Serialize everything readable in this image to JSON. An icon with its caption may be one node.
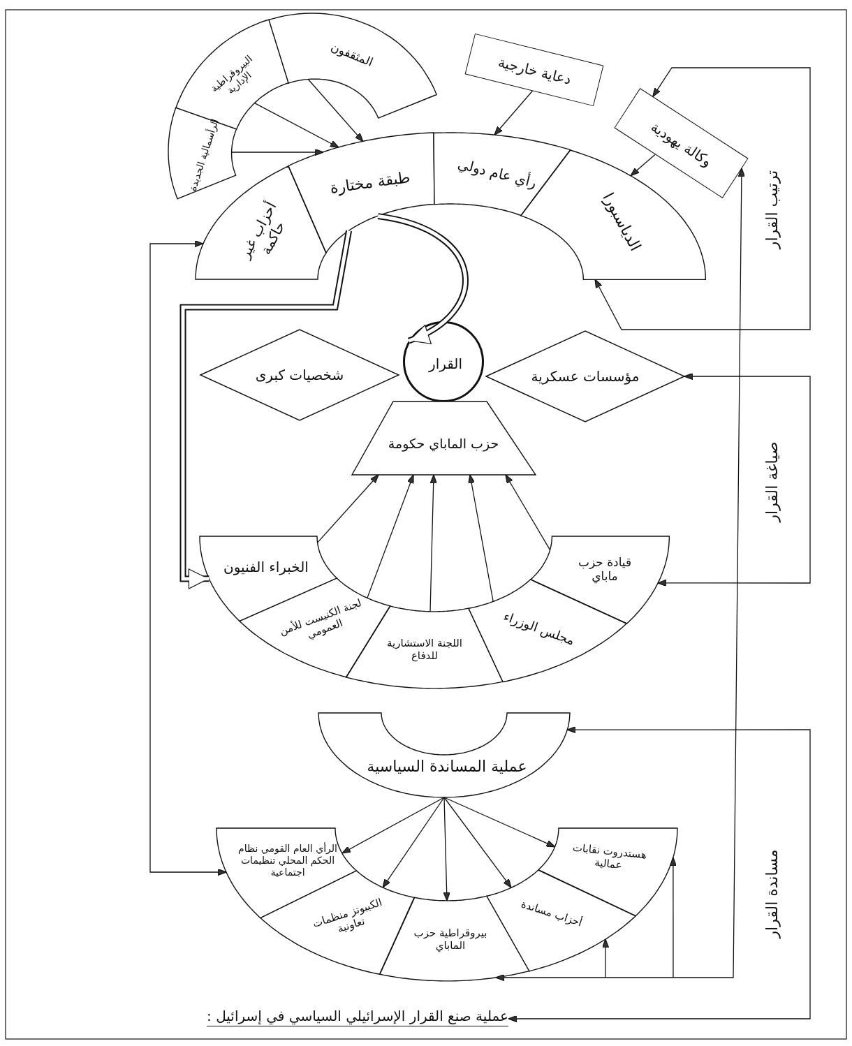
{
  "diagram": {
    "nodes": [
      {
        "text": [
          "الرأسمالية الجديدة"
        ]
      },
      {
        "text": [
          "البيروقراطية الإدارية"
        ]
      },
      {
        "text": [
          "المثقفون"
        ]
      },
      {
        "text": [
          "دعاية خارجية"
        ]
      },
      {
        "text": [
          "وكالة يهودية"
        ]
      },
      {
        "text": [
          "أحزاب غير حاكمة"
        ]
      },
      {
        "text": [
          "طبقة مختارة"
        ]
      },
      {
        "text": [
          "رأي عام دولي"
        ]
      },
      {
        "text": [
          "الدياسبورا"
        ]
      },
      {
        "text": [
          "شخصيات كبرى"
        ]
      },
      {
        "text": [
          "القرار"
        ]
      },
      {
        "text": [
          "مؤسسات عسكرية"
        ]
      },
      {
        "text": [
          "حزب الماباي حكومة"
        ]
      },
      {
        "text": [
          "الخبراء الفنيون"
        ]
      },
      {
        "text": [
          "قيادة حزب ماباي"
        ]
      },
      {
        "text": [
          "لجنة الكنيست للأمن العمومي"
        ]
      },
      {
        "text": [
          "اللجنة الاستشارية للدفاع"
        ]
      },
      {
        "text": [
          "مجلس الوزراء"
        ]
      },
      {
        "text": [
          "عملية المساندة السياسية"
        ]
      },
      {
        "text": [
          "الرأي العام القومي نظام الحكم المحلي تنظيمات اجتماعية"
        ]
      },
      {
        "text": [
          "هستدروت نقابات عمالية"
        ]
      },
      {
        "text": [
          "الكيبوتز منظمات تعاونية"
        ]
      },
      {
        "text": [
          "بيروقراطية حزب الماباي"
        ]
      },
      {
        "text": [
          "أحزاب مساندة"
        ]
      },
      {
        "text": [
          "عملية صنع القرار الإسرائيلي السياسي في إسرائيل :"
        ]
      }
    ],
    "edges": [
      {
        "from": 0,
        "to": 6,
        "arrow": "to"
      },
      {
        "from": 1,
        "to": 6,
        "arrow": "to"
      },
      {
        "from": 2,
        "to": 6,
        "arrow": "to"
      },
      {
        "from": 3,
        "to": 7,
        "arrow": "to"
      },
      {
        "from": 4,
        "to": 8,
        "arrow": "to"
      },
      {
        "from": 4,
        "to": 8,
        "arrow": "both"
      },
      {
        "from": 6,
        "to": 10,
        "arrow": "to",
        "style": "thick"
      },
      {
        "from": 6,
        "to": 13,
        "arrow": "to",
        "style": "thick"
      },
      {
        "from": 5,
        "to": 19,
        "arrow": "both"
      },
      {
        "from": 13,
        "to": 12,
        "arrow": "to"
      },
      {
        "from": 15,
        "to": 12,
        "arrow": "to"
      },
      {
        "from": 16,
        "to": 12,
        "arrow": "to"
      },
      {
        "from": 17,
        "to": 12,
        "arrow": "to"
      },
      {
        "from": 14,
        "to": 12,
        "arrow": "to"
      },
      {
        "from": 11,
        "to": 14,
        "arrow": "both"
      },
      {
        "from": 18,
        "to": 19,
        "arrow": "to"
      },
      {
        "from": 18,
        "to": 21,
        "arrow": "to"
      },
      {
        "from": 18,
        "to": 22,
        "arrow": "to"
      },
      {
        "from": 18,
        "to": 23,
        "arrow": "to"
      },
      {
        "from": 18,
        "to": 20,
        "arrow": "to"
      },
      {
        "from": 18,
        "to": 24,
        "arrow": "both"
      },
      {
        "from": 22,
        "to": 4,
        "arrow": "both"
      },
      {
        "from": null,
        "to": 23,
        "arrow": "to"
      },
      {
        "from": null,
        "to": 20,
        "arrow": "to"
      }
    ],
    "labels": [
      "ترتيب القرار",
      "صياغة القرار",
      "مساندة القرار"
    ]
  }
}
